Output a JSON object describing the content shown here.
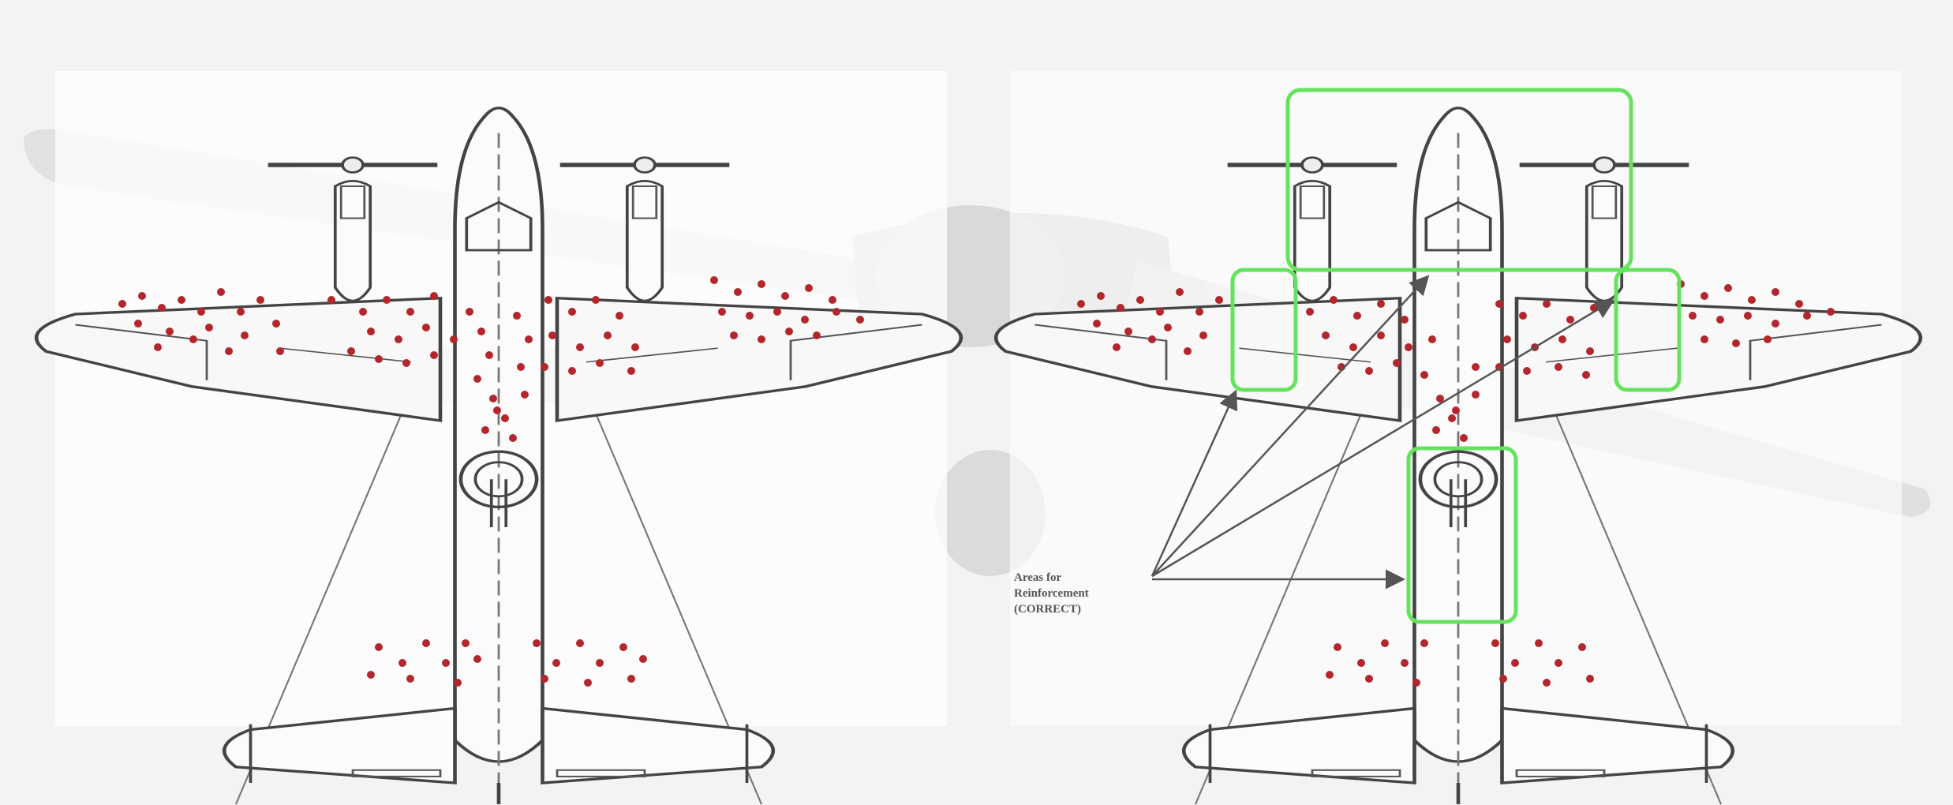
{
  "annotation": {
    "lines": [
      "Areas for",
      "Reinforcement",
      "(CORRECT)"
    ]
  },
  "colors": {
    "background": "#f3f3f3",
    "watermark_plane": "#d6d6d6",
    "outline": "#444444",
    "bullet_hole": "#b3262b",
    "highlight_box": "#66e35e",
    "arrow": "#555555"
  },
  "diagrams": [
    {
      "name": "bullet-hole-distribution",
      "highlighted_regions": []
    },
    {
      "name": "reinforcement-areas",
      "highlighted_regions": [
        "cockpit-and-engines",
        "left-engine-wing-root",
        "right-engine-wing-root",
        "tail-fuselage"
      ]
    }
  ]
}
